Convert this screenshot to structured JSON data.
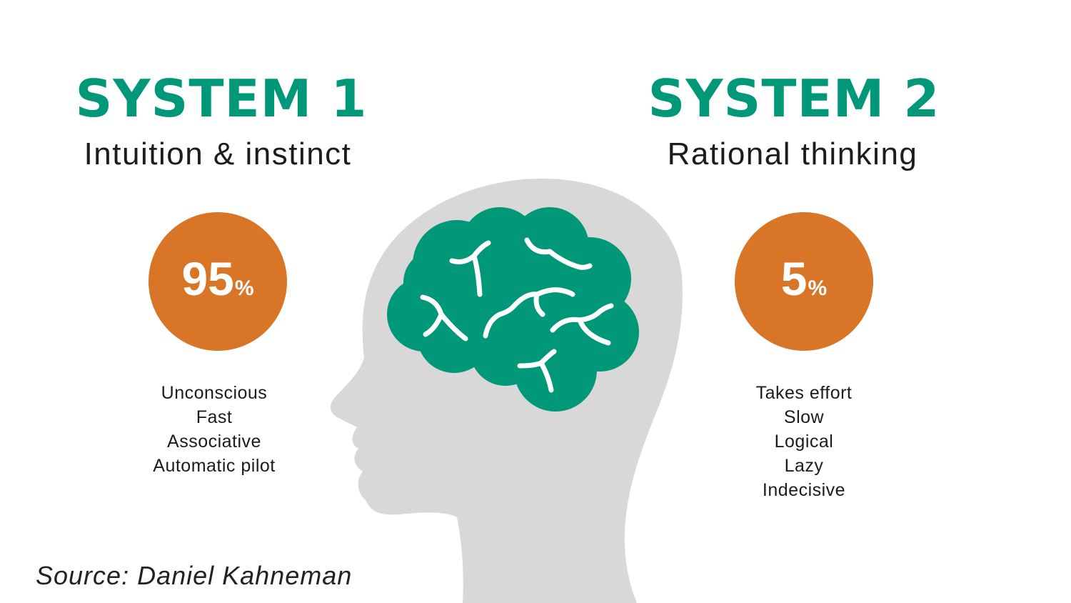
{
  "colors": {
    "accent_green": "#009879",
    "accent_orange": "#d97527",
    "head_gray": "#d8d8d8",
    "brain_lines": "#ffffff"
  },
  "system1": {
    "title": "SYSTEM 1",
    "subtitle": "Intuition & instinct",
    "share_value": "95",
    "share_unit": "%",
    "traits": [
      "Unconscious",
      "Fast",
      "Associative",
      "Automatic pilot"
    ]
  },
  "system2": {
    "title": "SYSTEM 2",
    "subtitle": "Rational thinking",
    "share_value": "5",
    "share_unit": "%",
    "traits": [
      "Takes effort",
      "Slow",
      "Logical",
      "Lazy",
      "Indecisive"
    ]
  },
  "illustration": {
    "head_icon": "head-profile-icon",
    "brain_icon": "brain-icon"
  },
  "source": "Source: Daniel Kahneman"
}
